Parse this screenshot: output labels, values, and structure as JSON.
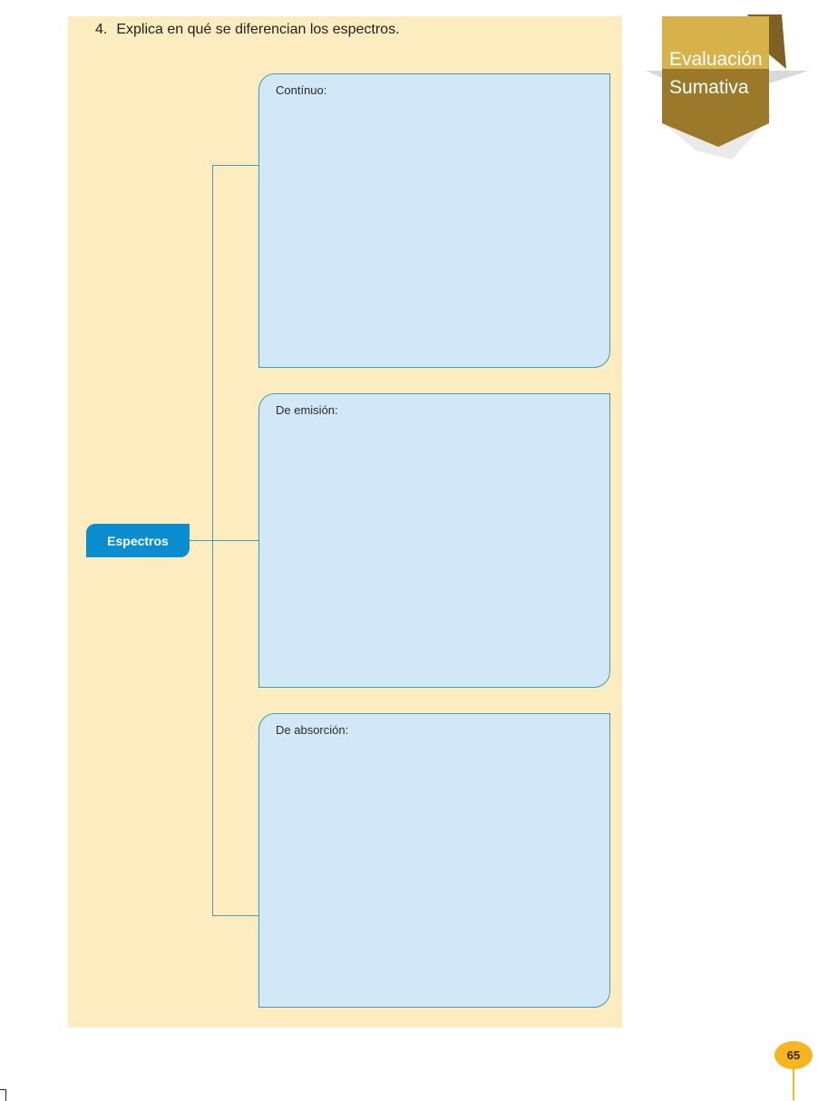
{
  "question": {
    "number": "4.",
    "text": "Explica en qué se diferencian los espectros."
  },
  "concept_map": {
    "root": "Espectros",
    "branches": [
      {
        "label": "Contínuo:"
      },
      {
        "label": "De emisión:"
      },
      {
        "label": "De absorción:"
      }
    ]
  },
  "badge": {
    "line1": "Evaluación",
    "line2": "Sumativa",
    "colors": {
      "light": "#d7b14a",
      "dark": "#9a7a2a"
    }
  },
  "page_number": "65",
  "colors": {
    "background_panel": "#fdecbf",
    "box_fill": "#d3e8f6",
    "box_border": "#3f9fb0",
    "root_node": "#0b8dd2",
    "page_marker": "#f7b51f"
  }
}
